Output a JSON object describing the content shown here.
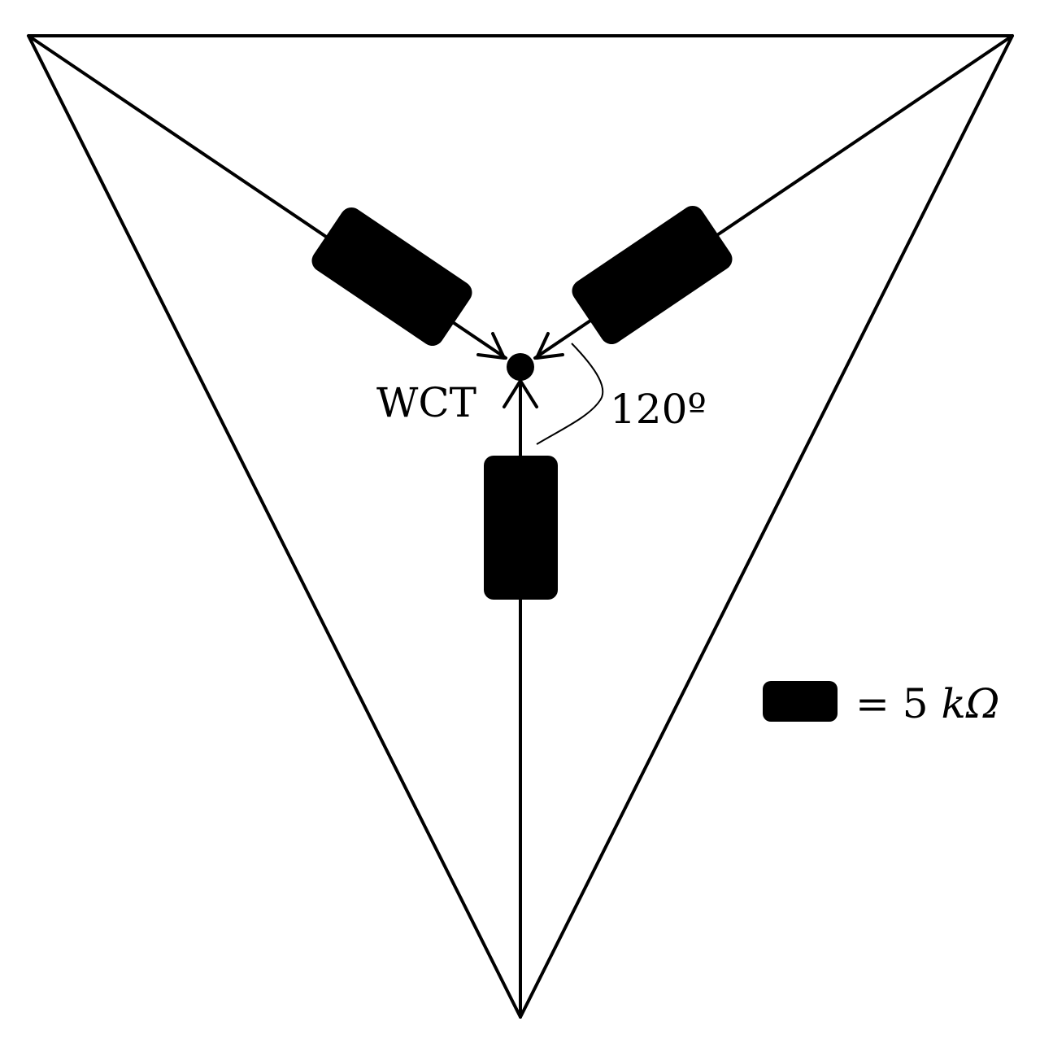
{
  "labels": {
    "node": "WCT",
    "angle": "120º",
    "legend_equals": "= 5 ",
    "legend_unit_k": "k",
    "legend_unit_ohm": "Ω"
  },
  "colors": {
    "line": "#000000",
    "resistor": "#000000",
    "background": "#ffffff"
  }
}
